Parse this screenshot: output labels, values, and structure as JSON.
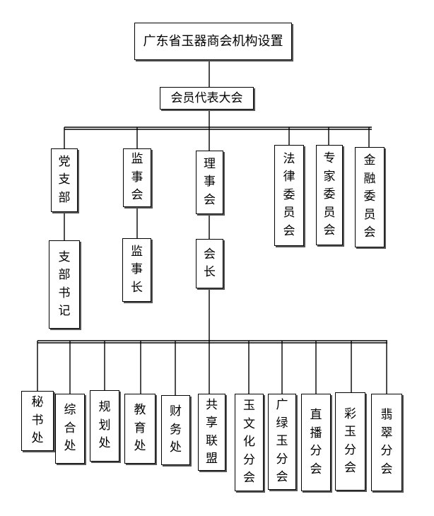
{
  "title": "广东省玉器商会机构设置",
  "assembly": "会员代表大会",
  "level2": {
    "party_branch": "党支部",
    "supervisory_board": "监事会",
    "council": "理事会",
    "legal_committee": "法律委员会",
    "expert_committee": "专家委员会",
    "finance_committee": "金融委员会"
  },
  "level3": {
    "branch_secretary": "支部书记",
    "supervisor_chief": "监事长",
    "president": "会长"
  },
  "departments": [
    "秘书处",
    "综合处",
    "规划处",
    "教育处",
    "财务处",
    "共享联盟",
    "玉文化分会",
    "广绿玉分会",
    "直播分会",
    "彩玉分会",
    "翡翠分会"
  ],
  "colors": {
    "line": "#000000",
    "box_border": "#000000",
    "box_shadow": "#555555",
    "background": "#ffffff"
  }
}
